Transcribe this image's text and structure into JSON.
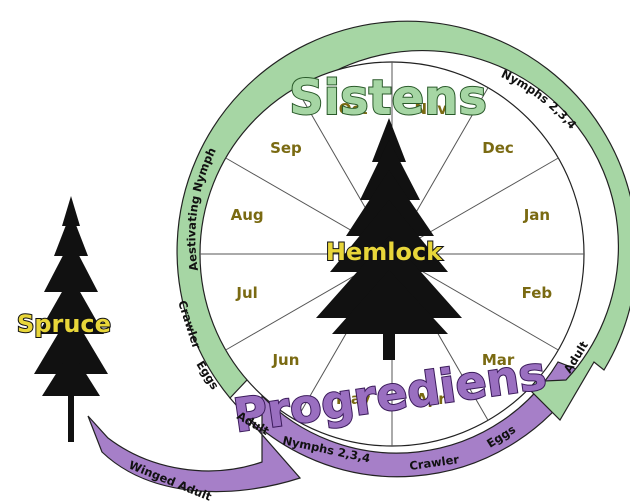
{
  "title_top": "Sistens",
  "title_bottom": "Progrediens",
  "center_label": "Hemlock",
  "side_label": "Spruce",
  "months": [
    {
      "label": "Oct",
      "angle": -105
    },
    {
      "label": "Nov",
      "angle": -75
    },
    {
      "label": "Dec",
      "angle": -45
    },
    {
      "label": "Jan",
      "angle": -15
    },
    {
      "label": "Feb",
      "angle": 15
    },
    {
      "label": "Mar",
      "angle": 45
    },
    {
      "label": "Apr",
      "angle": 75
    },
    {
      "label": "May",
      "angle": 105
    },
    {
      "label": "Jun",
      "angle": 135
    },
    {
      "label": "Jul",
      "angle": 165
    },
    {
      "label": "Aug",
      "angle": 195
    },
    {
      "label": "Sep",
      "angle": 225
    }
  ],
  "ring_labels": {
    "aestivating_nymph": "Aestivating Nymph",
    "nymphs_top": "Nymphs 2,3,4",
    "adult_right": "Adult",
    "crawler_left": "Crawler",
    "eggs_left": "Eggs",
    "adult_bottom": "Adult",
    "nymphs_bottom": "Nymphs 2,3,4",
    "crawler_bottom": "Crawler",
    "eggs_bottom": "Eggs",
    "winged_adult": "Winged Adult"
  },
  "colors": {
    "sistens_ring": "#a6d6a4",
    "progrediens_ring": "#a67fc8",
    "sistens_text": "#a6d6a4",
    "progrediens_text": "#9a6fc0",
    "month_text": "#7a6a12",
    "tree": "#111111",
    "tree_label": "#e8d63a"
  },
  "icons": {
    "hemlock": "hemlock-tree-icon",
    "spruce": "spruce-tree-icon"
  }
}
